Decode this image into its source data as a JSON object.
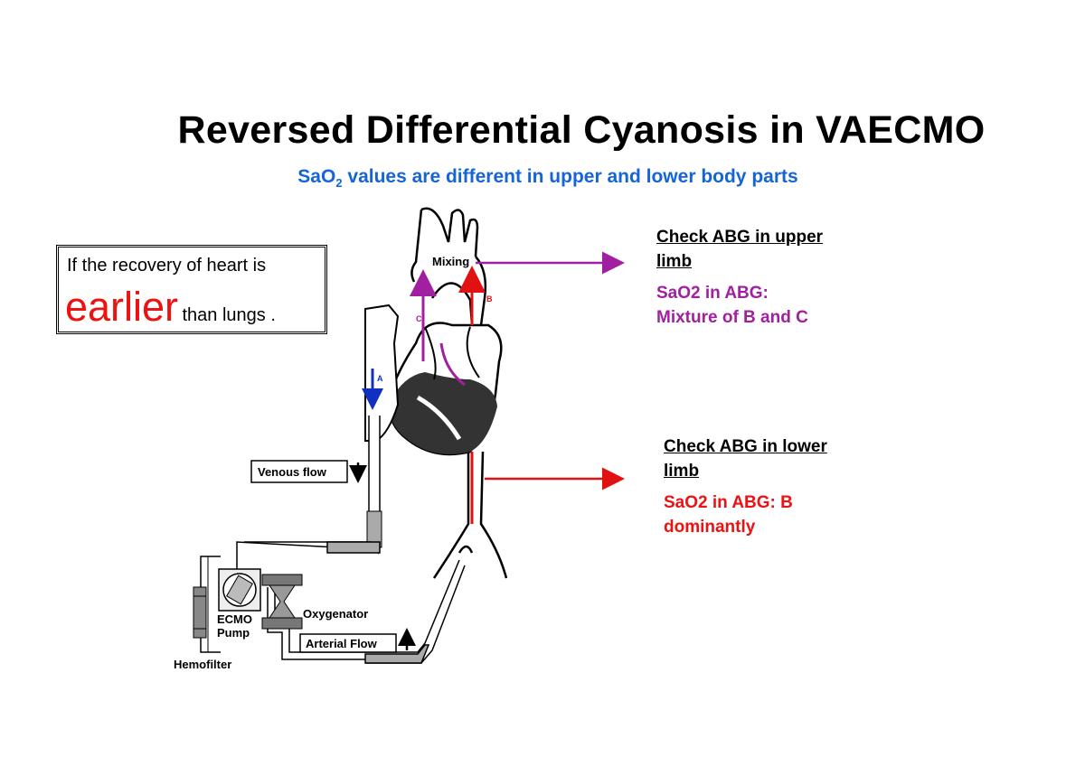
{
  "title": "Reversed Differential Cyanosis in VAECMO",
  "subtitle": {
    "prefix": "SaO",
    "sub": "2",
    "suffix": " values are different in upper and lower body parts"
  },
  "callout": {
    "line1": "If the recovery of heart is",
    "big": "earlier",
    "rest": "than lungs ."
  },
  "upper_note": {
    "heading_l1": "Check ABG in upper",
    "heading_l2": "limb",
    "value_l1": "SaO2 in ABG:",
    "value_l2": "Mixture  of B and C"
  },
  "lower_note": {
    "heading_l1": "Check ABG in lower",
    "heading_l2": "limb",
    "value_l1": "SaO2 in ABG: B",
    "value_l2": "dominantly"
  },
  "diagram": {
    "mixing": "Mixing",
    "label_a": "A",
    "label_b": "B",
    "label_c": "C",
    "venous_flow": "Venous flow",
    "arterial_flow": "Arterial Flow",
    "oxygenator": "Oxygenator",
    "ecmo_l1": "ECMO",
    "ecmo_l2": "Pump",
    "hemofilter": "Hemofilter"
  },
  "colors": {
    "blue": "#1565d8",
    "purple": "#a020a0",
    "red": "#e11111",
    "arrow_blue": "#1030c0"
  }
}
